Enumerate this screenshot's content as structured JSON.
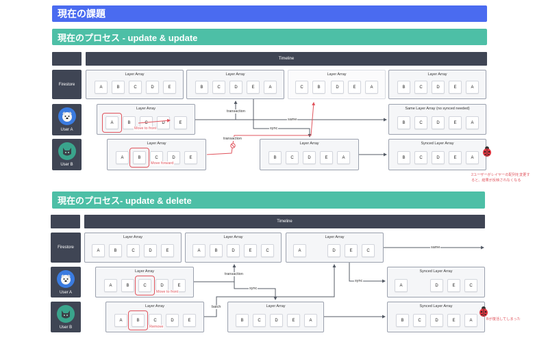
{
  "page_title": "現在の課題",
  "sections": [
    {
      "title": "現在のプロセス - update & update",
      "timeline": "Timeline",
      "rows": [
        {
          "label": "Firestore"
        },
        {
          "label": "User A"
        },
        {
          "label": "User B"
        }
      ],
      "arrays": {
        "fs1": {
          "title": "Layer Array",
          "cells": [
            "A",
            "B",
            "C",
            "D",
            "E"
          ]
        },
        "fs2": {
          "title": "Layer Array",
          "cells": [
            "B",
            "C",
            "D",
            "E",
            "A"
          ]
        },
        "fs3": {
          "title": "Layer Array",
          "cells": [
            "C",
            "B",
            "D",
            "E",
            "A"
          ]
        },
        "fs4": {
          "title": "Layer Array",
          "cells": [
            "B",
            "C",
            "D",
            "E",
            "A"
          ]
        },
        "ua1": {
          "title": "Layer Array",
          "cells": [
            "A",
            "B",
            "C",
            "D",
            "E"
          ]
        },
        "ua2": {
          "title": "Same Layer Array (no synced needed)",
          "cells": [
            "B",
            "C",
            "D",
            "E",
            "A"
          ]
        },
        "ub1": {
          "title": "Layer Array",
          "cells": [
            "A",
            "B",
            "C",
            "D",
            "E"
          ]
        },
        "ub2": {
          "title": "Layer Array",
          "cells": [
            "B",
            "C",
            "D",
            "E",
            "A"
          ]
        },
        "ub3": {
          "title": "Synced Layer Array",
          "cells": [
            "B",
            "C",
            "D",
            "E",
            "A"
          ]
        }
      },
      "labels": {
        "move_front": "Move to front",
        "move_forward": "Move forward",
        "transaction_a": "transaction",
        "transaction_b": "transaction",
        "sync": "sync",
        "same": "same"
      },
      "note": [
        "2ユーザーがレイヤーの配列を変更す",
        "ると、結果が反映されなくなる"
      ]
    },
    {
      "title": "現在のプロセス- update & delete",
      "timeline": "Timeline",
      "rows": [
        {
          "label": "Firestore"
        },
        {
          "label": "User A"
        },
        {
          "label": "User B"
        }
      ],
      "arrays": {
        "fs1": {
          "title": "Layer Array",
          "cells": [
            "A",
            "B",
            "C",
            "D",
            "E"
          ]
        },
        "fs2": {
          "title": "Layer Array",
          "cells": [
            "A",
            "B",
            "D",
            "E",
            "C"
          ]
        },
        "fs3": {
          "title": "Layer Array",
          "cells": [
            "A",
            "D",
            "E",
            "C"
          ]
        },
        "ua1": {
          "title": "Layer Array",
          "cells": [
            "A",
            "B",
            "C",
            "D",
            "E"
          ]
        },
        "ua2": {
          "title": "Synced Layer Array",
          "cells": [
            "A",
            "D",
            "E",
            "C"
          ]
        },
        "ub1": {
          "title": "Layer Array",
          "cells": [
            "A",
            "B",
            "C",
            "D",
            "E"
          ]
        },
        "ub2": {
          "title": "Layer Array",
          "cells": [
            "B",
            "C",
            "D",
            "E",
            "A"
          ]
        },
        "ub3": {
          "title": "Synced Layer Array",
          "cells": [
            "B",
            "C",
            "D",
            "E",
            "A"
          ]
        }
      },
      "labels": {
        "move_front": "Move to front",
        "remove": "Remove",
        "transaction": "transaction",
        "sync_a": "sync",
        "sync_b": "sync",
        "batch": "batch",
        "same": "same"
      },
      "note": [
        "Bが復活してしまった"
      ]
    }
  ],
  "colors": {
    "title_banner": "#4a6bf0",
    "section_banner": "#4dbfa6",
    "dark": "#3f4554",
    "highlight": "#e0535c",
    "arrow": "#555b66"
  }
}
